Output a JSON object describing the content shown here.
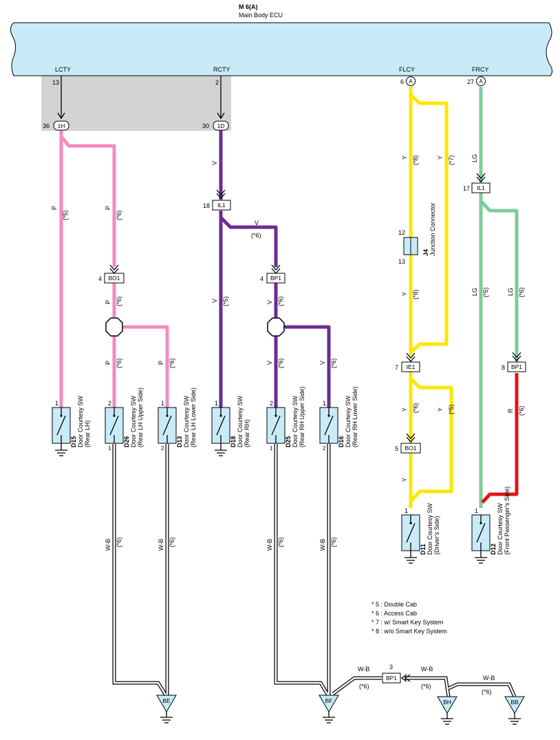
{
  "ecu": {
    "id": "M 6(A)",
    "name": "Main Body ECU"
  },
  "ecu_pins": [
    {
      "name": "LCTY",
      "pin": "13"
    },
    {
      "name": "RCTY",
      "pin": "2"
    },
    {
      "name": "FLCY",
      "pin": "6"
    },
    {
      "name": "FRCY",
      "pin": "27"
    }
  ],
  "connectors": {
    "c36": {
      "num": "36",
      "label": "1H"
    },
    "c30": {
      "num": "30",
      "label": "1D"
    },
    "c6a": {
      "label": "A"
    },
    "c27a": {
      "label": "A"
    },
    "il1_v": {
      "num": "18",
      "label": "IL1"
    },
    "bo1_p": {
      "num": "4",
      "label": "BO1"
    },
    "bp1_v": {
      "num": "4",
      "label": "BP1"
    },
    "il1_lg": {
      "num": "17",
      "label": "IL1"
    },
    "ie1": {
      "num": "7",
      "label": "IE1"
    },
    "bp1_r": {
      "num": "8",
      "label": "BP1"
    },
    "bo1_y": {
      "num": "5",
      "label": "BO1"
    },
    "bp1_g": {
      "num": "3",
      "label": "BP1"
    }
  },
  "junction": {
    "top": "12",
    "bottom": "13",
    "id": "J4",
    "name": "Junction Connector"
  },
  "wires": {
    "p": "P",
    "v": "V",
    "y": "Y",
    "lg": "LG",
    "r": "R",
    "wb": "W-B",
    "n5": "(*5)",
    "n6": "(*6)",
    "n7": "(*7)",
    "n8": "(*8)"
  },
  "switches": [
    {
      "id": "D15",
      "line1": "Door Courtesy SW",
      "line2": "(Rear LH)",
      "pin_top": "1"
    },
    {
      "id": "D26",
      "line1": "Door Courtesy SW",
      "line2": "(Rear LH Upper Side)",
      "pin_top": "2",
      "pin_bot": "1"
    },
    {
      "id": "D13",
      "line1": "Door Courtesy SW",
      "line2": "(Rear LH Lower Side)",
      "pin_top": "1",
      "pin_bot": "2"
    },
    {
      "id": "D18",
      "line1": "Door Courtesy SW",
      "line2": "(Rear RH)",
      "pin_top": "1"
    },
    {
      "id": "D25",
      "line1": "Door Courtesy SW",
      "line2": "(Rear RH Upper Side)",
      "pin_top": "2",
      "pin_bot": "1"
    },
    {
      "id": "D16",
      "line1": "Door Courtesy SW",
      "line2": "(Rear RH Lower Side)",
      "pin_top": "1",
      "pin_bot": "2"
    },
    {
      "id": "D11",
      "line1": "Door Courtesy SW",
      "line2": "(Driver's Side)",
      "pin_top": "1"
    },
    {
      "id": "D12",
      "line1": "Door Courtesy SW",
      "line2": "(Front Passenger's Side)",
      "pin_top": "1"
    }
  ],
  "grounds": [
    "BE",
    "BF",
    "BH",
    "BB"
  ],
  "notes": [
    "* 5 : Double Cab",
    "* 6 : Access Cab",
    "* 7 : w/ Smart Key System",
    "* 8 : w/o Smart Key System"
  ],
  "colors": {
    "pink": "#f28bbf",
    "purple": "#6a2c91",
    "yellow": "#ffe600",
    "green": "#7ccc9b",
    "red": "#e3131b",
    "ecu": "#c9ebf8",
    "gray": "#d3d3d3",
    "switch": "#c9ebf8"
  }
}
